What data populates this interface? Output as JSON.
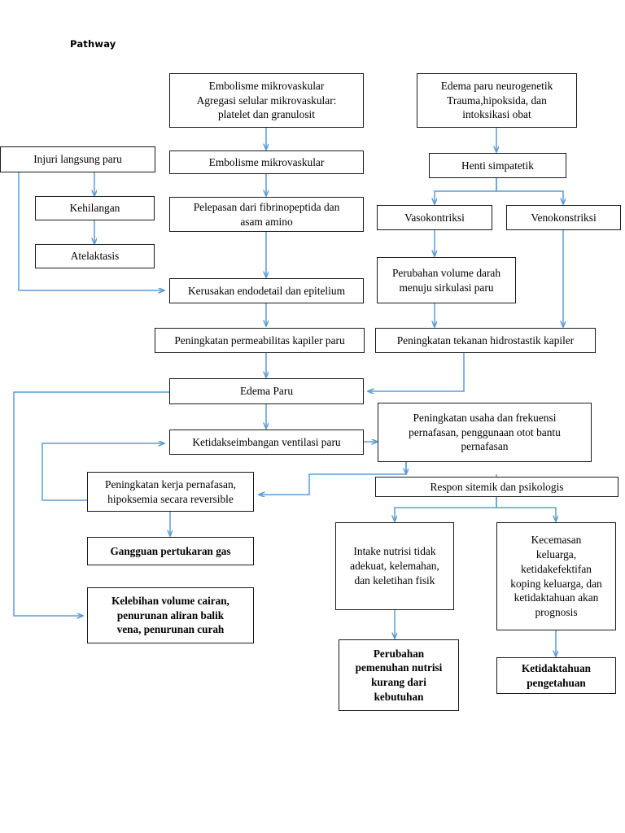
{
  "page": {
    "title": "Pathway",
    "background_color": "#ffffff",
    "box_border_color": "#1a1a1a",
    "arrow_color": "#5b9bd5",
    "text_color": "#000000"
  },
  "nodes": {
    "embolisme_agregasi": "Embolisme mikrovaskular\nAgregasi selular mikrovaskular:\nplatelet dan granulosit",
    "edema_paru_neurogenetik": "Edema paru neurogenetik\nTrauma,hipoksida, dan\nintoksikasi obat",
    "injuri_langsung_paru": "Injuri langsung paru",
    "embolisme_mikrovaskular": "Embolisme mikrovaskular",
    "henti_simpatetik": "Henti simpatetik",
    "kehilangan": "Kehilangan",
    "pelepasan_fibrinopeptida": "Pelepasan dari fibrinopeptida dan\nasam amino",
    "vasokontriksi": "Vasokontriksi",
    "venokonstriksi": "Venokonstriksi",
    "atelaktasis": "Atelaktasis",
    "perubahan_volume_darah": "Perubahan volume darah\nmenuju sirkulasi paru",
    "kerusakan_endodetail": "Kerusakan endodetail dan epitelium",
    "peningkatan_permeabilitas": "Peningkatan permeabilitas kapiler paru",
    "peningkatan_tekanan_hidrostastik": "Peningkatan tekanan hidrostastik kapiler",
    "edema_paru": "Edema Paru",
    "peningkatan_usaha_frekuensi": "Peningkatan usaha dan frekuensi\npernafasan, penggunaan otot bantu\npernafasan",
    "ketidakseimbangan_ventilasi": "Ketidakseimbangan ventilasi paru",
    "respon_sitemik": "Respon sitemik dan psikologis",
    "peningkatan_kerja_pernafasan": "Peningkatan kerja pernafasan,\nhipoksemia secara reversible",
    "intake_nutrisi": "Intake nutrisi tidak\nadekuat, kelemahan,\ndan keletihan fisik",
    "kecemasan_keluarga": "Kecemasan\nkeluarga,\nketidakefektifan\nkoping keluarga, dan\nketidaktahuan akan\nprognosis",
    "gangguan_pertukaran_gas": "Gangguan pertukaran gas",
    "kelebihan_volume_cairan": "Kelebihan volume cairan,\npenurunan aliran balik\nvena, penurunan curah",
    "perubahan_pemenuhan_nutrisi": "Perubahan\npemenuhan nutrisi\nkurang dari\nkebutuhan",
    "ketidaktahuan_pengetahuan": "Ketidaktahuan\npengetahuan"
  }
}
